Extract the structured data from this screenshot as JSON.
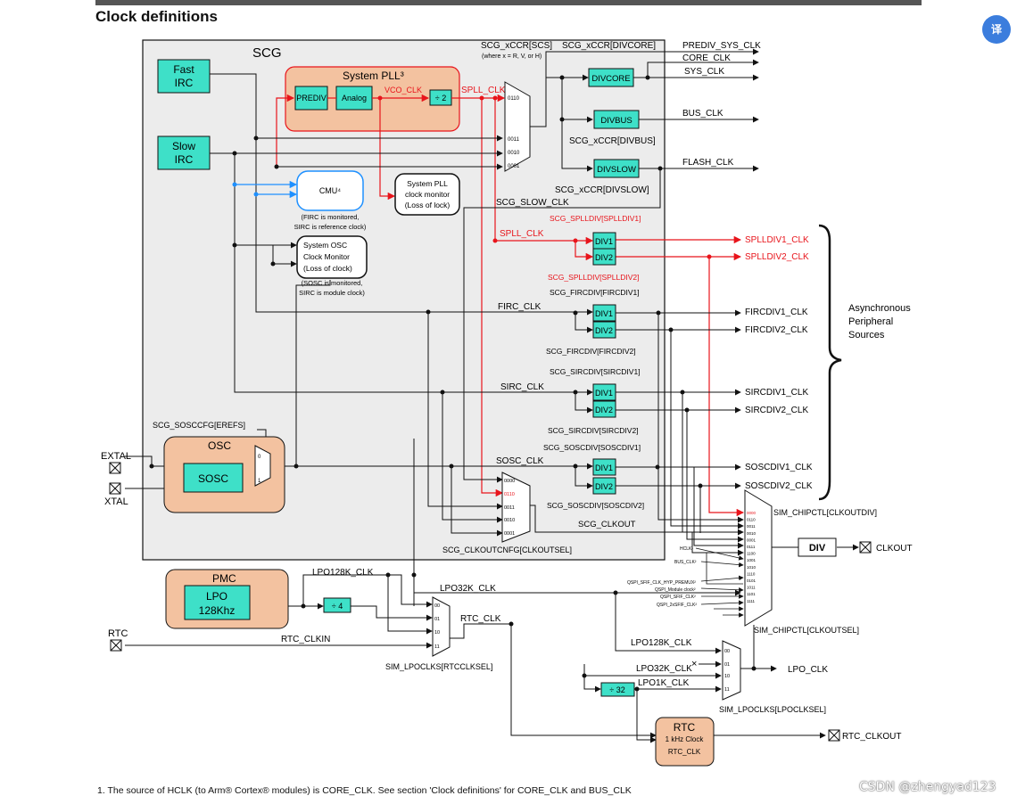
{
  "heading": "Clock definitions",
  "scg": {
    "title": "SCG",
    "fast_irc": [
      "Fast",
      "IRC"
    ],
    "slow_irc": [
      "Slow",
      "IRC"
    ],
    "pll": {
      "title": "System PLL³",
      "prediv": "PREDIV",
      "analog": "Analog",
      "vco": "VCO_CLK",
      "div2": "÷ 2",
      "spll": "SPLL_CLK"
    },
    "xccr_scs": "SCG_xCCR[SCS]",
    "xccr_scs_note": "(where x = R, V, or H)",
    "mux_inputs": [
      "0110",
      "0011",
      "0010",
      "0001"
    ],
    "divcore_label": "SCG_xCCR[DIVCORE]",
    "divcore": "DIVCORE",
    "divbus": "DIVBUS",
    "divbus_label": "SCG_xCCR[DIVBUS]",
    "divslow": "DIVSLOW",
    "divslow_label": "SCG_xCCR[DIVSLOW]",
    "cmu": "CMU⁴",
    "cmu_note": [
      "(FIRC is monitored,",
      "SIRC is reference clock)"
    ],
    "pll_monitor": [
      "System PLL",
      "clock monitor",
      "(Loss of lock)"
    ],
    "osc_monitor": [
      "System OSC",
      "Clock Monitor",
      "(Loss of clock)"
    ],
    "osc_monitor_note": [
      "(SOSC is monitored,",
      "SIRC is module clock)"
    ],
    "slow_clk": "SCG_SLOW_CLK",
    "splldiv1_reg": "SCG_SPLLDIV[SPLLDIV1]",
    "splldiv2_reg": "SCG_SPLLDIV[SPLLDIV2]",
    "spll_clk": "SPLL_CLK",
    "firc_div1_reg": "SCG_FIRCDIV[FIRCDIV1]",
    "firc_clk": "FIRC_CLK",
    "firc_div2_reg": "SCG_FIRCDIV[FIRCDIV2]",
    "sirc_div1_reg": "SCG_SIRCDIV[SIRCDIV1]",
    "sirc_clk": "SIRC_CLK",
    "sirc_div2_reg": "SCG_SIRCDIV[SIRCDIV2]",
    "sosc_div1_reg": "SCG_SOSCDIV[SOSCDIV1]",
    "sosc_clk": "SOSC_CLK",
    "sosc_div2_reg": "SCG_SOSCDIV[SOSCDIV2]",
    "div1": "DIV1",
    "div2": "DIV2",
    "sosccfg": "SCG_SOSCCFG[EREFS]",
    "osc_title": "OSC",
    "sosc": "SOSC",
    "clkout_mux_inputs": [
      "0000",
      "0110",
      "0011",
      "0010",
      "0001"
    ],
    "scg_clkout": "SCG_CLKOUT",
    "clkoutcnfg": "SCG_CLKOUTCNFG[CLKOUTSEL]"
  },
  "outputs": {
    "prediv_sys": "PREDIV_SYS_CLK",
    "core": "CORE_CLK",
    "sys": "SYS_CLK",
    "bus": "BUS_CLK",
    "flash": "FLASH_CLK",
    "splldiv1": "SPLLDIV1_CLK",
    "splldiv2": "SPLLDIV2_CLK",
    "fircdiv1": "FIRCDIV1_CLK",
    "fircdiv2": "FIRCDIV2_CLK",
    "sircdiv1": "SIRCDIV1_CLK",
    "sircdiv2": "SIRCDIV2_CLK",
    "soscdiv1": "SOSCDIV1_CLK",
    "soscdiv2": "SOSCDIV2_CLK",
    "async": [
      "Asynchronous",
      "Peripheral",
      "Sources"
    ]
  },
  "pins": {
    "extal": "EXTAL",
    "xtal": "XTAL",
    "rtc": "RTC",
    "clkout": "CLKOUT",
    "rtc_clkout": "RTC_CLKOUT"
  },
  "sim": {
    "clkoutdiv": "SIM_CHIPCTL[CLKOUTDIV]",
    "div": "DIV",
    "clkoutsel": "SIM_CHIPCTL[CLKOUTSEL]",
    "chipctl_inputs": [
      "0000",
      "0110",
      "0011",
      "0010",
      "0001",
      "0111",
      "1100",
      "1001",
      "1010",
      "1110",
      "0101",
      "1011",
      "1101",
      "1111"
    ],
    "hclk": "HCLK¹",
    "bus_clk": "BUS_CLK²",
    "qspi": [
      "QSPI_SFIF_CLK_HYP_PREMUX²",
      "QSPI_Module clock²",
      "QSPI_SFIF_CLK²",
      "QSPI_2xSFIF_CLK²"
    ],
    "rtcclksel": "SIM_LPOCLKS[RTCCLKSEL]",
    "rtc_mux_inputs": [
      "00",
      "01",
      "10",
      "11"
    ],
    "lposel": "SIM_LPOCLKS[LPOCLKSEL]"
  },
  "pmc": {
    "title": "PMC",
    "lpo": [
      "LPO",
      "128Khz"
    ],
    "lpo128k": "LPO128K_CLK",
    "div4": "÷ 4",
    "lpo32k": "LPO32K_CLK",
    "rtc_clk": "RTC_CLK",
    "rtc_clkin": "RTC_CLKIN"
  },
  "lpo": {
    "lpo128k": "LPO128K_CLK",
    "lpo32k": "LPO32K_CLK",
    "lpo1k": "LPO1K_CLK",
    "div32": "÷ 32",
    "lpo_clk": "LPO_CLK"
  },
  "rtc_block": {
    "title": "RTC",
    "line1": "1 kHz Clock",
    "line2": "RTC_CLK"
  },
  "footnote": "1. The source of HCLK (to Arm® Cortex® modules) is CORE_CLK. See section 'Clock definitions' for CORE_CLK and BUS_CLK",
  "watermark": "CSDN @zhengyad123",
  "colors": {
    "teal": "#3ee0c8",
    "peach": "#f3c2a0",
    "scg_bg": "#ececec",
    "red": "#e8141b",
    "blue": "#1e90ff"
  }
}
